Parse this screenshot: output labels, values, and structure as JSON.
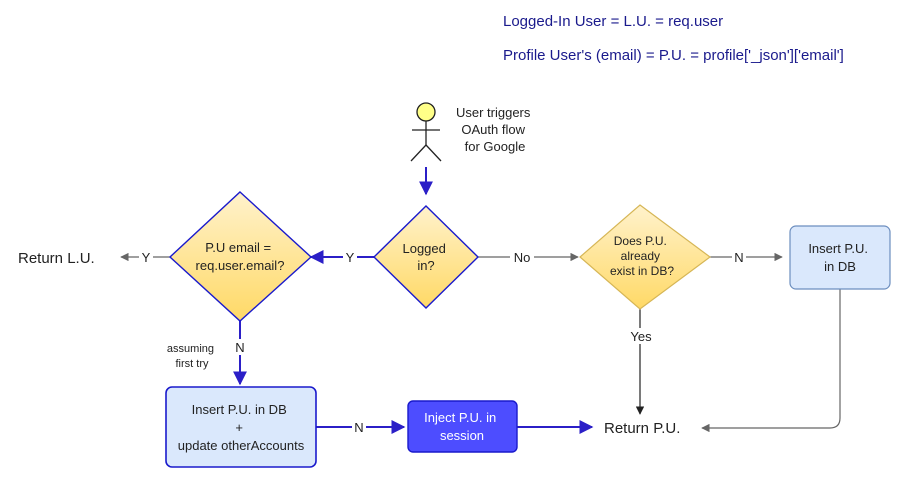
{
  "legend": {
    "line1": "Logged-In User = L.U. = req.user",
    "line2": "Profile User's (email) = P.U. = profile['_json']['email']"
  },
  "actor": {
    "icon": "stick-figure-icon",
    "label_lines": [
      "User triggers",
      "OAuth flow",
      "for Google"
    ]
  },
  "decisions": {
    "logged_in": {
      "lines": [
        "Logged",
        "in?"
      ]
    },
    "email_match": {
      "lines": [
        "P.U email =",
        "req.user.email?"
      ]
    },
    "pu_exists": {
      "lines": [
        "Does P.U.",
        "already",
        "exist in DB?"
      ]
    }
  },
  "processes": {
    "insert_pu": {
      "lines": [
        "Insert P.U.",
        "in DB"
      ]
    },
    "insert_update": {
      "lines": [
        "Insert P.U. in DB",
        "+",
        "update otherAccounts"
      ]
    },
    "inject_session": {
      "lines": [
        "Inject P.U. in",
        "session"
      ]
    }
  },
  "terminals": {
    "return_lu": "Return L.U.",
    "return_pu": "Return P.U."
  },
  "edge_labels": {
    "no": "No",
    "y_logged": "Y",
    "y_email": "Y",
    "n_exists": "N",
    "yes_exists": "Yes",
    "n_email": "N",
    "n_inject": "N",
    "assumption_lines": [
      "assuming",
      "first try"
    ]
  },
  "colors": {
    "legend_text": "#1a1a8c",
    "decision_fill_top": "#fff2cc",
    "decision_fill_bottom": "#ffd966",
    "process_fill": "#dae8fc",
    "process_border": "#1a1acc",
    "inject_fill": "#4d4dff",
    "primary_arrow": "#2b1fc7",
    "secondary_arrow": "#666666",
    "actor_head": "#ffff88"
  }
}
